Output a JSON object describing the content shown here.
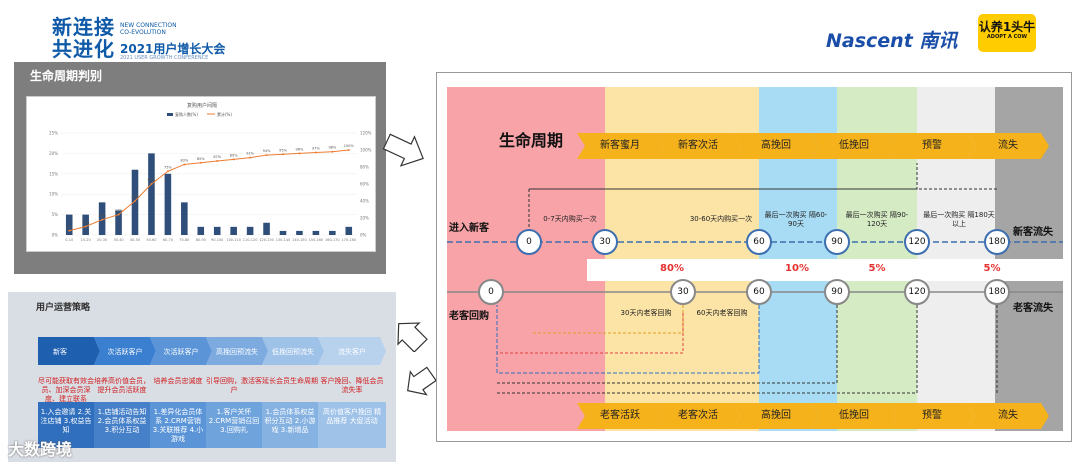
{
  "header": {
    "title_l1": "新连接",
    "title_l2": "共进化",
    "sub_en1": "NEW CONNECTION",
    "sub_en2": "CO-EVOLUTION",
    "conf_cn": "2021用户增长大会",
    "conf_en": "2021 USER GROWTH CONFERENCE",
    "nascent": "Nascent 南讯",
    "cow_cn": "认养1头牛",
    "cow_en": "ADOPT A COW"
  },
  "panel1": {
    "title": "生命周期判别",
    "chart_title": "复购用户间隔",
    "legend_a": "复购人数(%)",
    "legend_b": "累计(%)"
  },
  "chart_data": {
    "type": "bar",
    "title": "复购用户间隔",
    "categories": [
      "0-10",
      "10-20",
      "20-30",
      "30-40",
      "40-50",
      "50-60",
      "60-70",
      "70-80",
      "80-90",
      "90-100",
      "100-110",
      "110-120",
      "120-130",
      "130-140",
      "140-150",
      "150-160",
      "160-170",
      "170-180"
    ],
    "series": [
      {
        "name": "复购人数(%)",
        "values": [
          5,
          5,
          8,
          6,
          16,
          20,
          15,
          8,
          2,
          2,
          2,
          2,
          3,
          1,
          1,
          1,
          1,
          2
        ]
      },
      {
        "name": "累计(%)",
        "values": [
          5,
          10,
          18,
          24,
          40,
          60,
          75,
          83,
          85,
          87,
          89,
          91,
          94,
          95,
          96,
          97,
          98,
          100
        ]
      }
    ],
    "y_left_ticks": [
      "0%",
      "5%",
      "10%",
      "15%",
      "20%",
      "25%"
    ],
    "y_right_ticks": [
      "0%",
      "20%",
      "40%",
      "60%",
      "80%",
      "100%",
      "120%"
    ],
    "ylim": [
      0,
      25
    ]
  },
  "panel2": {
    "title": "用户运营策略",
    "steps": [
      "新客",
      "次活跃客户",
      "次活跃客户",
      "高挽回预流失",
      "低挽回预流失",
      "流失客户"
    ],
    "goals": [
      "尽可能获取有效会员、加深会员深度、建立联系",
      "培养高价值会员，提升会员活跃度",
      "培养会员忠诚度",
      "引导回购，激活客户",
      "延长会员生命周期",
      "客户挽回、降低会员流失率"
    ],
    "cards": [
      "1.入会邀请 2.关注店铺 3.权益告知",
      "1.店铺活动告知 2.会员体系权益 3.积分互动",
      "1.差异化会员体系 2.CRM营销 3.关联推荐 4.小游戏",
      "1.客户关怀 2.CRM营销召回 3.回购礼",
      "1.会员体系权益 积分互动 2.小游戏 3.新增品",
      "高价值客户挽回 精品推荐 大促活动"
    ]
  },
  "main": {
    "title": "生命周期",
    "top_tabs": [
      "新客蜜月",
      "新客次活",
      "高挽回",
      "低挽回",
      "预警",
      "流失"
    ],
    "bottom_tabs": [
      "老客活跃",
      "老客次活",
      "高挽回",
      "低挽回",
      "预警",
      "流失"
    ],
    "new_label": "进入新客",
    "old_label": "老客回购",
    "new_loss": "新客流失",
    "old_loss": "老客流失",
    "new_circles": [
      "0",
      "30",
      "60",
      "90",
      "120",
      "180"
    ],
    "old_circles": [
      "0",
      "30",
      "60",
      "90",
      "120",
      "180"
    ],
    "pcts": [
      "80%",
      "10%",
      "5%",
      "5%"
    ],
    "ann1": "0-7天内购买一次",
    "ann2": "30-60天内购买一次",
    "ann3": "最后一次购买 隔60-90天",
    "ann4": "最后一次购买 隔90-120天",
    "ann5": "最后一次购买 隔180天以上",
    "ann6": "30天内老客回购",
    "ann7": "60天内老客回购"
  },
  "watermark": "大数跨境"
}
